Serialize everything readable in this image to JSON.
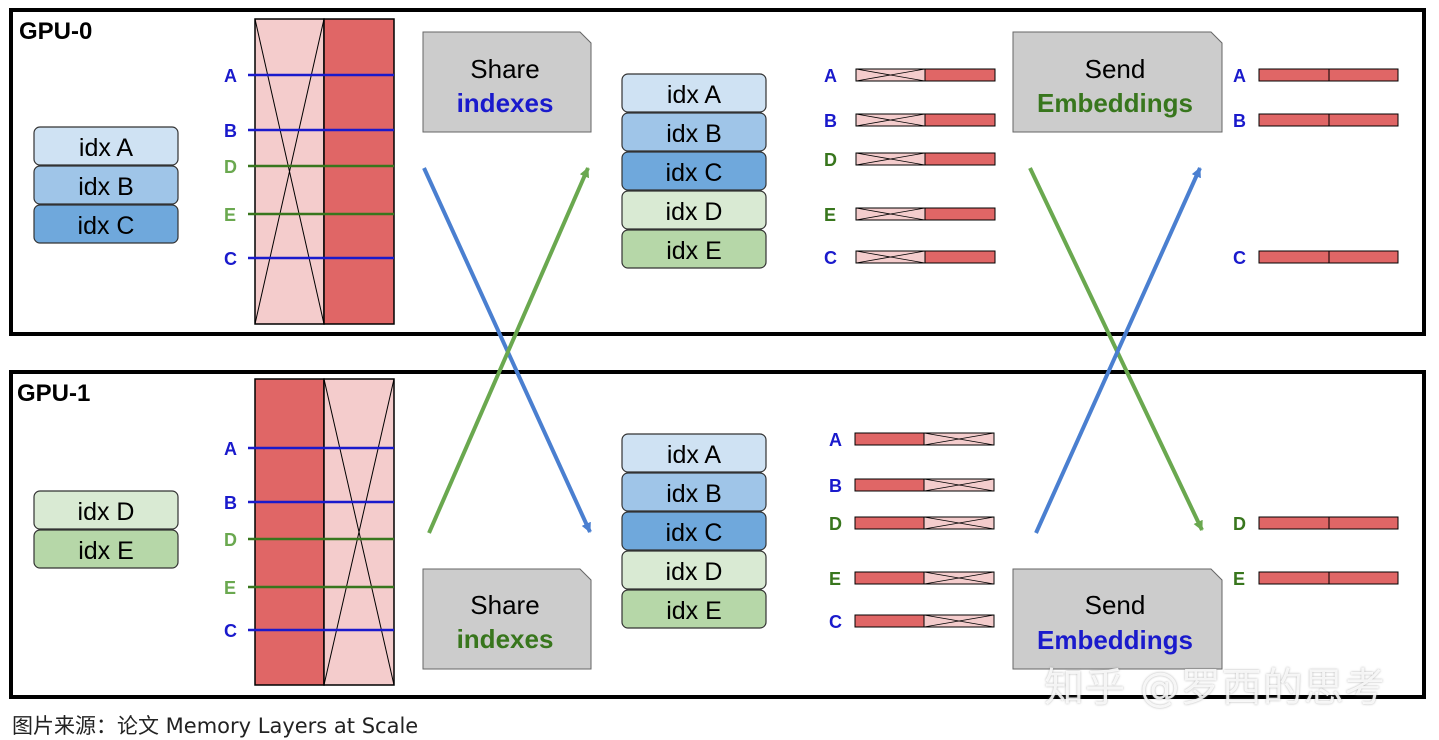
{
  "gpu0": {
    "label": "GPU-0",
    "local_idx": [
      {
        "text": "idx A",
        "fill": "#cfe2f3"
      },
      {
        "text": "idx B",
        "fill": "#9fc5e8"
      },
      {
        "text": "idx C",
        "fill": "#6fa8dc"
      }
    ],
    "row_labels": [
      {
        "text": "A",
        "color": "#1a1acc"
      },
      {
        "text": "B",
        "color": "#1a1acc"
      },
      {
        "text": "D",
        "color": "#6aa84f"
      },
      {
        "text": "E",
        "color": "#6aa84f"
      },
      {
        "text": "C",
        "color": "#1a1acc"
      }
    ],
    "share_box": {
      "line1": "Share",
      "line2": "indexes",
      "line2_color": "#1a1acc"
    },
    "gathered_idx": [
      {
        "text": "idx A",
        "fill": "#cfe2f3"
      },
      {
        "text": "idx B",
        "fill": "#9fc5e8"
      },
      {
        "text": "idx C",
        "fill": "#6fa8dc"
      },
      {
        "text": "idx D",
        "fill": "#d9ead3"
      },
      {
        "text": "idx E",
        "fill": "#b6d7a8"
      }
    ],
    "partial_labels": [
      {
        "text": "A",
        "color": "#1a1acc"
      },
      {
        "text": "B",
        "color": "#1a1acc"
      },
      {
        "text": "D",
        "color": "#38761d"
      },
      {
        "text": "E",
        "color": "#38761d"
      },
      {
        "text": "C",
        "color": "#1a1acc"
      }
    ],
    "send_box": {
      "line1": "Send",
      "line2": "Embeddings",
      "line2_color": "#38761d"
    },
    "final_labels": [
      {
        "text": "A",
        "color": "#1a1acc"
      },
      {
        "text": "B",
        "color": "#1a1acc"
      },
      {
        "text": "C",
        "color": "#1a1acc"
      }
    ]
  },
  "gpu1": {
    "label": "GPU-1",
    "local_idx": [
      {
        "text": "idx D",
        "fill": "#d9ead3"
      },
      {
        "text": "idx E",
        "fill": "#b6d7a8"
      }
    ],
    "row_labels": [
      {
        "text": "A",
        "color": "#1a1acc"
      },
      {
        "text": "B",
        "color": "#1a1acc"
      },
      {
        "text": "D",
        "color": "#6aa84f"
      },
      {
        "text": "E",
        "color": "#6aa84f"
      },
      {
        "text": "C",
        "color": "#1a1acc"
      }
    ],
    "share_box": {
      "line1": "Share",
      "line2": "indexes",
      "line2_color": "#38761d"
    },
    "gathered_idx": [
      {
        "text": "idx A",
        "fill": "#cfe2f3"
      },
      {
        "text": "idx B",
        "fill": "#9fc5e8"
      },
      {
        "text": "idx C",
        "fill": "#6fa8dc"
      },
      {
        "text": "idx D",
        "fill": "#d9ead3"
      },
      {
        "text": "idx E",
        "fill": "#b6d7a8"
      }
    ],
    "partial_labels": [
      {
        "text": "A",
        "color": "#1a1acc"
      },
      {
        "text": "B",
        "color": "#1a1acc"
      },
      {
        "text": "D",
        "color": "#38761d"
      },
      {
        "text": "E",
        "color": "#38761d"
      },
      {
        "text": "C",
        "color": "#1a1acc"
      }
    ],
    "send_box": {
      "line1": "Send",
      "line2": "Embeddings",
      "line2_color": "#1a1acc"
    },
    "final_labels": [
      {
        "text": "D",
        "color": "#38761d"
      },
      {
        "text": "E",
        "color": "#38761d"
      }
    ]
  },
  "colors": {
    "shard_solid": "#e06666",
    "shard_light": "#f4cccc",
    "box_gray": "#cccccc",
    "arrow_blue": "#4a7fd0",
    "arrow_green": "#6aa84f",
    "line_blue": "#1a1acc",
    "line_green": "#38761d"
  },
  "caption": "图片来源：论文 Memory Layers at Scale",
  "watermark": "知乎 @罗西的思考"
}
